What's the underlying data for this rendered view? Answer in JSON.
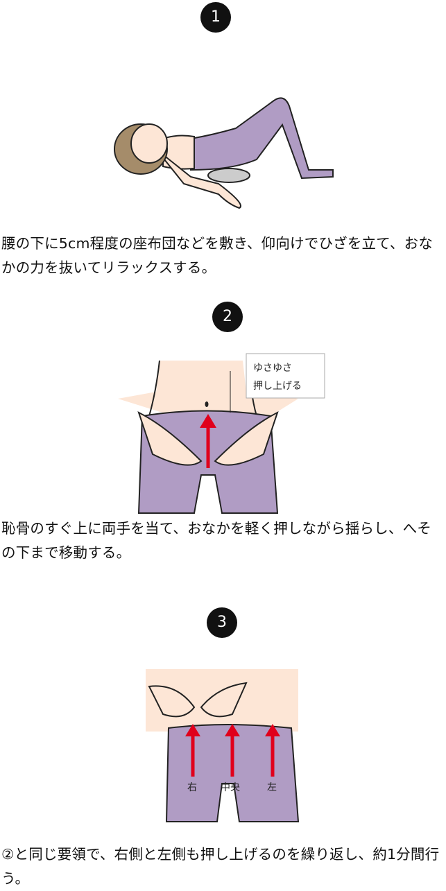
{
  "steps": [
    {
      "number": "1",
      "text": "腰の下に5cm程度の座布団などを敷き、仰向けでひざを立て、おなかの力を抜いてリラックスする。"
    },
    {
      "number": "2",
      "text": "恥骨のすぐ上に両手を当て、おなかを軽く押しながら揺らし、へその下まで移動する。",
      "callout": [
        "ゆさゆさ",
        "押し上げる"
      ]
    },
    {
      "number": "3",
      "text": "②と同じ要領で、右側と左側も押し上げるのを繰り返し、約1分間行う。",
      "labels": [
        "右",
        "中央",
        "左"
      ]
    }
  ],
  "colors": {
    "pants": "#b09cc4",
    "skin": "#fde6d6",
    "arrow": "#e0001b",
    "badge": "#111111"
  }
}
